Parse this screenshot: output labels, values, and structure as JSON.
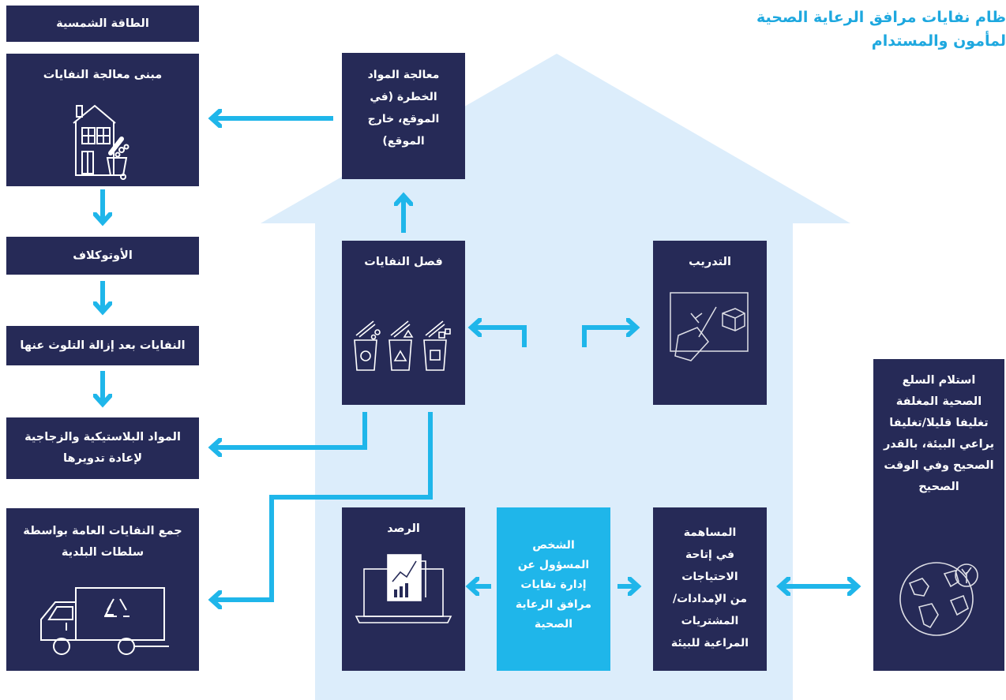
{
  "title": "ظام نفايات مرافق الرعاية الصحية\nلمأمون والمستدام",
  "left_column": {
    "solar": "الطاقة الشمسية",
    "treatment_building": "مبنى معالجة النفايات",
    "autoclave": "الأوتوكلاف",
    "decontaminated": "النفايات بعد إزالة التلوث عنها",
    "recycling": "المواد البلاستيكية والزجاجية\nلإعادة تدويرها",
    "municipal": "جمع النفايات العامة بواسطة\nسلطات البلدية"
  },
  "house": {
    "hazardous": "معالجة المواد\nالخطرة (في\nالموقع، خارج\nالموقع)",
    "segregation": "فصل النفايات",
    "training": "التدريب",
    "monitoring": "الرصد",
    "person": "الشخص\nالمسؤول عن\nإدارة نفايات\nمرافق الرعاية\nالصحية",
    "procurement": "المساهمة\nفي إتاحة\nالاحتياجات\nمن الإمدادات/\nالمشتريات\nالمراعية للبيئة"
  },
  "goods": "استلام السلع\nالصحية المغلفة\nتغليفا قليلا/تغليفا\nيراعي البيئة، بالقدر\nالصحيح وفي الوقت\nالصحيح",
  "colors": {
    "navy": "#262a57",
    "accent": "#1fb6ea",
    "house_bg": "#dcedfb",
    "title": "#1ea8df"
  },
  "icons": [
    "building-icon",
    "bins-icon",
    "training-board-icon",
    "report-screen-icon",
    "truck-icon",
    "globe-icon"
  ]
}
